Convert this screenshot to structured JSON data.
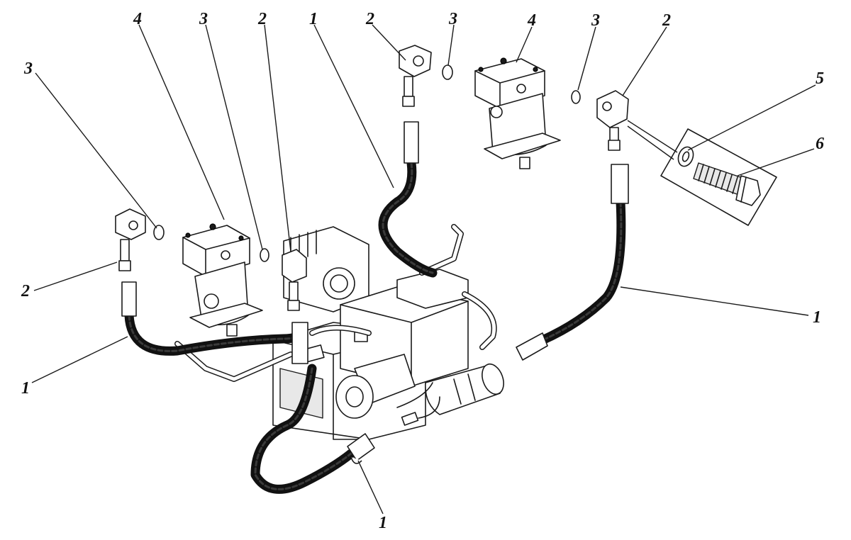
{
  "callouts": {
    "l1": "1",
    "l2": "2",
    "l3": "3",
    "l4": "4",
    "l5": "5",
    "l6": "6"
  },
  "colors": {
    "ink": "#1a1a1a",
    "hose": "#111111",
    "paper": "#ffffff"
  },
  "icons": [
    "hydraulic-pump-icon",
    "filter-icon",
    "hose-icon",
    "elbow-fitting-icon",
    "o-ring-icon",
    "bolt-icon",
    "washer-icon"
  ]
}
